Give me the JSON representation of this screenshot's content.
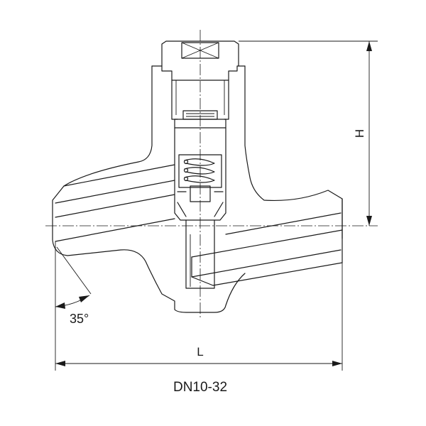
{
  "drawing": {
    "dim_height_label": "H",
    "dim_length_label": "L",
    "angle_label": "35°",
    "size_range_label": "DN10-32"
  },
  "colors": {
    "line": "#1a1a1a",
    "background": "#ffffff"
  }
}
